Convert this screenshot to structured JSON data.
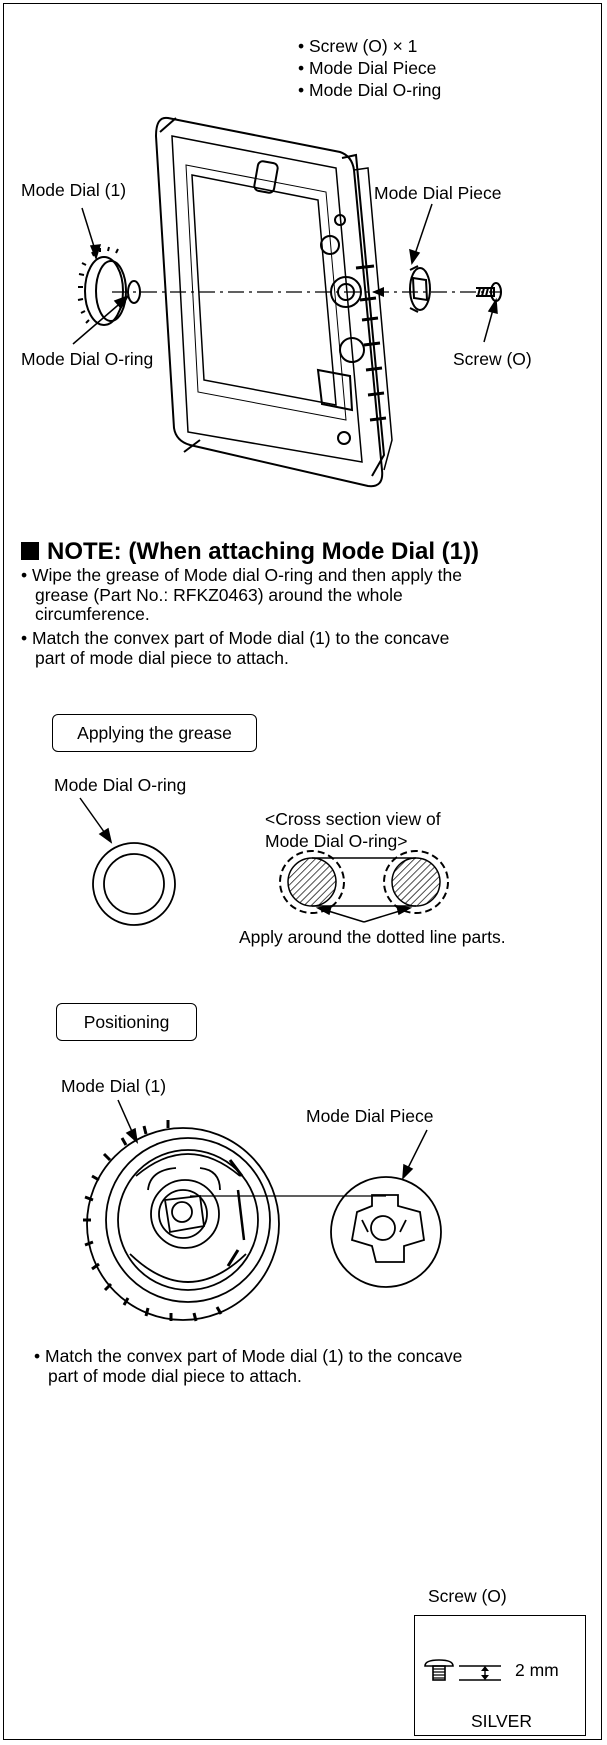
{
  "top": {
    "parts_list": [
      "• Screw (O) × 1",
      "• Mode Dial Piece",
      "• Mode Dial O-ring"
    ],
    "label_mode_dial": "Mode Dial (1)",
    "label_mode_dial_piece": "Mode Dial Piece",
    "label_oring": "Mode Dial O-ring",
    "label_screw": "Screw (O)"
  },
  "note": {
    "title": "NOTE: (When attaching Mode Dial (1))",
    "bullet1": [
      "• Wipe the grease of Mode dial O-ring and then apply the",
      "grease (Part No.: RFKZ0463) around the whole",
      "circumference."
    ],
    "bullet2": [
      "• Match the convex part of Mode dial (1) to the concave",
      "part of mode dial piece to attach."
    ]
  },
  "grease": {
    "box_label": "Applying the grease",
    "oring_label": "Mode Dial O-ring",
    "cross_section": [
      "<Cross section view of",
      "Mode Dial O-ring>"
    ],
    "apply_text": "Apply around the dotted line parts."
  },
  "positioning": {
    "box_label": "Positioning",
    "mode_dial_label": "Mode Dial (1)",
    "piece_label": "Mode Dial Piece",
    "bullet": [
      "• Match the convex part of Mode dial (1) to the concave",
      "part of mode dial piece to attach."
    ]
  },
  "screw_spec": {
    "title": "Screw (O)",
    "length": "2 mm",
    "color": "SILVER"
  }
}
